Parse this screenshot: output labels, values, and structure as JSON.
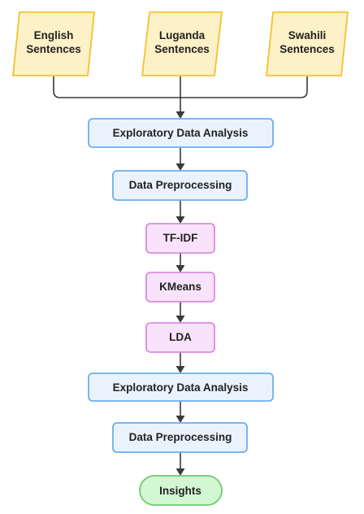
{
  "inputs": [
    {
      "lines": [
        "English",
        "Sentences"
      ]
    },
    {
      "lines": [
        "Luganda",
        "Sentences"
      ]
    },
    {
      "lines": [
        "Swahili",
        "Sentences"
      ]
    }
  ],
  "steps": [
    {
      "label": "Exploratory Data Analysis",
      "kind": "process"
    },
    {
      "label": "Data Preprocessing",
      "kind": "process"
    },
    {
      "label": "TF-IDF",
      "kind": "model"
    },
    {
      "label": "KMeans",
      "kind": "model"
    },
    {
      "label": "LDA",
      "kind": "model"
    },
    {
      "label": "Exploratory Data Analysis",
      "kind": "process"
    },
    {
      "label": "Data Preprocessing",
      "kind": "process"
    }
  ],
  "output": {
    "label": "Insights"
  },
  "colors": {
    "input_fill": "#fdf1c7",
    "input_stroke": "#f2c230",
    "process_fill": "#eaf3fd",
    "process_stroke": "#6aaef0",
    "model_fill": "#f9e2fb",
    "model_stroke": "#d98be0",
    "output_fill": "#d3f7d3",
    "output_stroke": "#6dcc6d",
    "connector": "#3a3a3a"
  }
}
